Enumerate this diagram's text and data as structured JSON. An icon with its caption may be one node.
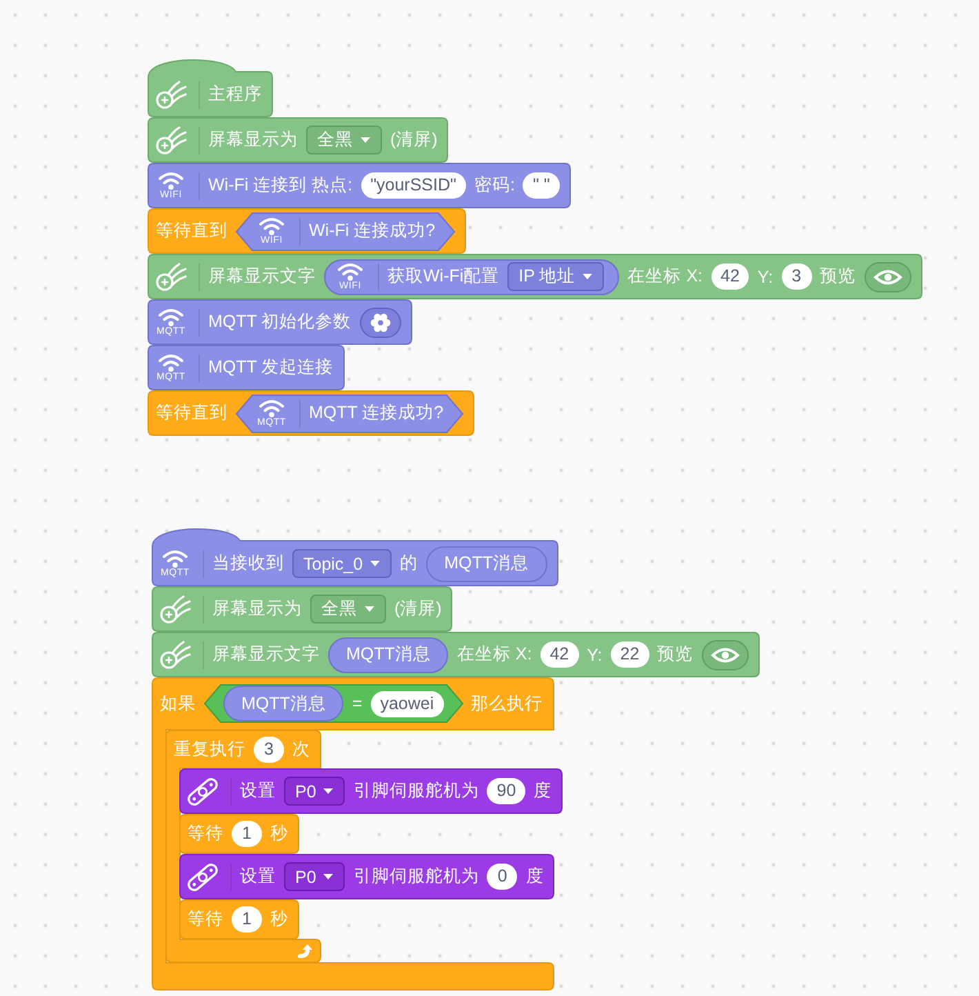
{
  "diagram": {
    "nodes": [
      {
        "text": [
          "主程序"
        ]
      },
      {
        "text": [
          "屏幕显示为",
          "全黑",
          "(清屏)"
        ]
      },
      {
        "text": [
          "WIFI",
          "Wi-Fi 连接到 热点:",
          "\"yourSSID\"",
          "密码:",
          "\" \""
        ]
      },
      {
        "text": [
          "等待直到"
        ]
      },
      {
        "text": [
          "WIFI",
          "Wi-Fi 连接成功?"
        ],
        "in": 3
      },
      {
        "text": [
          "屏幕显示文字",
          "在坐标 X:",
          "42",
          "Y:",
          "3",
          "预览"
        ]
      },
      {
        "text": [
          "WIFI",
          "获取Wi-Fi配置",
          "IP 地址"
        ],
        "in": 5
      },
      {
        "text": [
          "MQTT",
          "MQTT 初始化参数"
        ]
      },
      {
        "text": [
          "MQTT",
          "MQTT 发起连接"
        ]
      },
      {
        "text": [
          "等待直到"
        ]
      },
      {
        "text": [
          "MQTT",
          "MQTT 连接成功?"
        ],
        "in": 9
      },
      {
        "text": [
          "MQTT",
          "当接收到",
          "Topic_0",
          "的"
        ]
      },
      {
        "text": [
          "MQTT消息"
        ],
        "in": 11
      },
      {
        "text": [
          "屏幕显示为",
          "全黑",
          "(清屏)"
        ]
      },
      {
        "text": [
          "屏幕显示文字",
          "在坐标 X:",
          "42",
          "Y:",
          "22",
          "预览"
        ]
      },
      {
        "text": [
          "MQTT消息"
        ],
        "in": 14
      },
      {
        "text": [
          "如果",
          "那么执行"
        ]
      },
      {
        "text": [
          "=",
          "yaowei"
        ],
        "in": 16
      },
      {
        "text": [
          "MQTT消息"
        ],
        "in": 17
      },
      {
        "text": [
          "重复执行",
          "3",
          "次"
        ],
        "in": 16
      },
      {
        "text": [
          "设置",
          "P0",
          "引脚伺服舵机为",
          "90",
          "度"
        ],
        "in": 16
      },
      {
        "text": [
          "等待",
          "1",
          "秒"
        ],
        "in": 19
      },
      {
        "text": [
          "设置",
          "P0",
          "引脚伺服舵机为",
          "0",
          "度"
        ],
        "in": 16
      },
      {
        "text": [
          "等待",
          "1",
          "秒"
        ],
        "in": 19
      }
    ]
  }
}
